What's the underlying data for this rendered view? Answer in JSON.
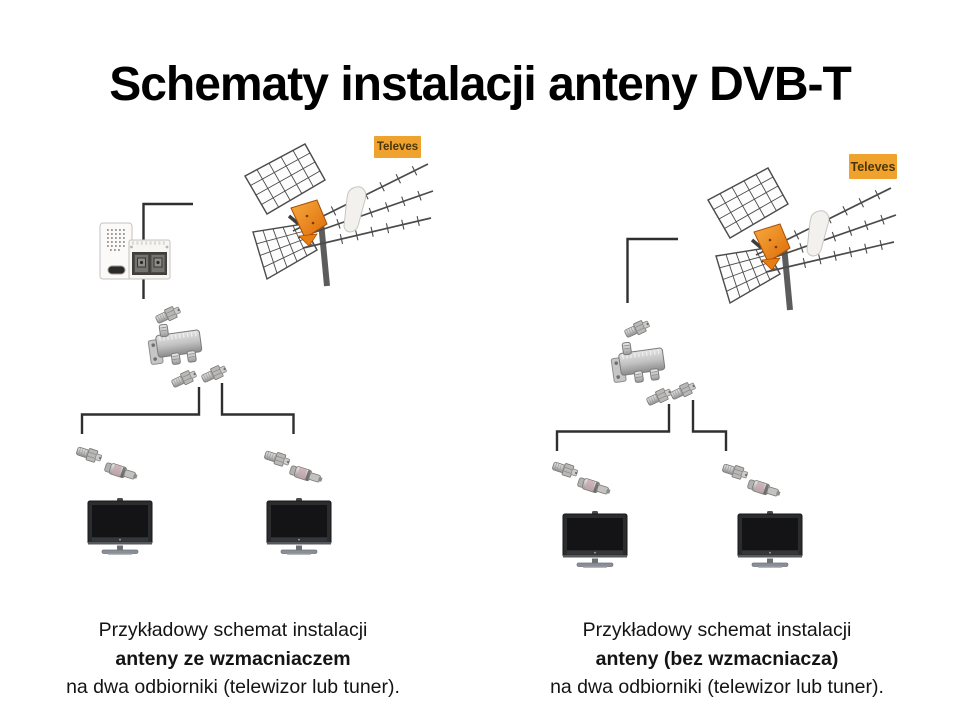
{
  "page": {
    "title": "Schematy instalacji anteny DVB-T",
    "background_color": "#ffffff",
    "cable_color": "#2f2f2f"
  },
  "brand": {
    "label": "Televes",
    "badge_bg_color": "#F0A22E",
    "badge_text_color": "#4A3708",
    "antenna_dipole_color": "#E8780E"
  },
  "diagrams": {
    "left": {
      "brand_label": "Televes",
      "components": [
        "uhf-antenna",
        "amplifier-with-power-supply",
        "f-connector",
        "two-way-splitter",
        "f-connector",
        "f-connector",
        "f-connector",
        "iec-coax-plug",
        "tv",
        "f-connector",
        "iec-coax-plug",
        "tv"
      ],
      "caption": {
        "line1": "Przykładowy schemat instalacji",
        "line2": "anteny ze wzmacniaczem",
        "line3": "na dwa odbiorniki (telewizor lub tuner)."
      }
    },
    "right": {
      "brand_label": "Televes",
      "components": [
        "uhf-antenna",
        "f-connector",
        "two-way-splitter",
        "f-connector",
        "f-connector",
        "f-connector",
        "iec-coax-plug",
        "tv",
        "f-connector",
        "iec-coax-plug",
        "tv"
      ],
      "caption": {
        "line1": "Przykładowy schemat instalacji",
        "line2": "anteny (bez wzmacniacza)",
        "line3": "na dwa odbiorniki (telewizor lub tuner)."
      }
    }
  }
}
